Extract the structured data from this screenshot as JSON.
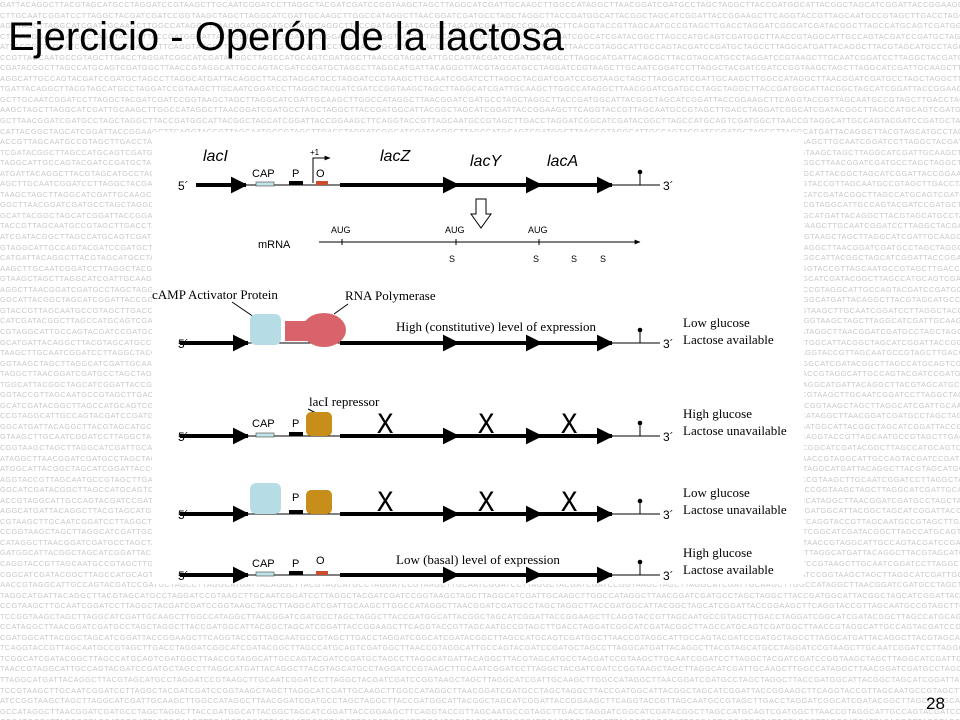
{
  "slide": {
    "title": "Ejercicio - Operón de la lactosa",
    "number": "28"
  },
  "background": {
    "sequence": "GATTACAGGCTTACGTAGCATGCCTAGGATCCGTAAGCTTGCAATCGGATCCTTAGGCTACGATCGATCCGGTAAGCTAGCTTAGGCATCGATTGCAAGCTTGGCCATAGGCTTAACGGATCGATGCCTAGCTAGGCTTACCGATGGCATTACGGCTAGCATCGGATTACCGGAAGCTTCAGGTACCGTTAGCAATGCCGTAGCTTGACCTAGGATCGGCATCGATACGGCTTAGCCATGCAGTCGATGGCTTAACCGTAGGCATTGCCAGTACGATCCGATGCTAGCCTTAGGCAT"
  },
  "colors": {
    "cap_site": "#bfe3e8",
    "operator": "#cc4c2c",
    "activator": "#b6dde6",
    "polymerase": "#d9636b",
    "repressor": "#c78e1a"
  },
  "icons": {
    "down_arrow": "hollow-down-arrow-icon",
    "terminator": "lollipop-terminator-icon",
    "x_mark": "X"
  },
  "diagram": {
    "genes": {
      "laci": "lacI",
      "lacz": "lacZ",
      "lacy": "lacY",
      "laca": "lacA"
    },
    "ends": {
      "five": "5´",
      "three": "3´"
    },
    "sites": {
      "cap": "CAP",
      "promoter": "P",
      "operator": "O",
      "plus_one": "+1"
    },
    "mrna": {
      "label": "mRNA",
      "aug": [
        "AUG",
        "AUG",
        "AUG"
      ],
      "stop": [
        "S",
        "S",
        "S",
        "S"
      ]
    },
    "proteins": {
      "activator": "cAMP Activator Protein",
      "polymerase": "RNA Polymerase",
      "repressor": "lacI repressor"
    },
    "blocked": [
      "X",
      "X",
      "X"
    ],
    "scenarios": [
      {
        "expression": "High (constitutive) level of expression",
        "glucose": "Low glucose",
        "lactose": "Lactose available"
      },
      {
        "expression": "",
        "glucose": "High glucose",
        "lactose": "Lactose unavailable"
      },
      {
        "expression": "",
        "glucose": "Low glucose",
        "lactose": "Lactose unavailable"
      },
      {
        "expression": "Low  (basal) level of expression",
        "glucose": "High glucose",
        "lactose": "Lactose available"
      }
    ]
  }
}
